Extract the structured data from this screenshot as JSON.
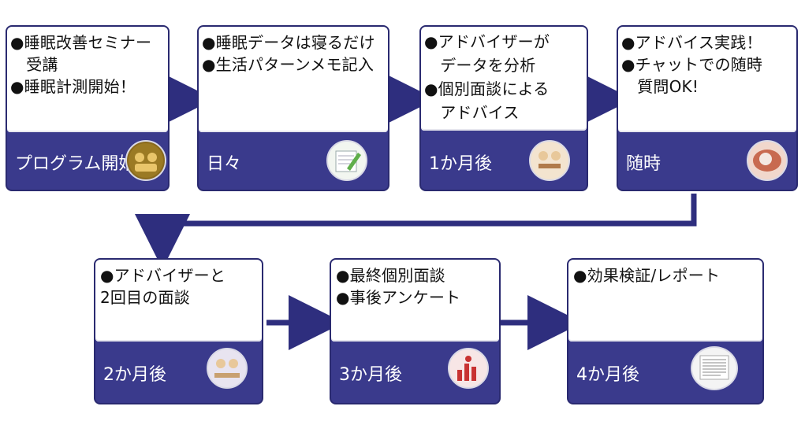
{
  "steps": [
    {
      "lines": [
        "●睡眠改善セミナー",
        "　受講",
        "●睡眠計測開始！"
      ],
      "label": "プログラム開始",
      "icon": "seminar-icon"
    },
    {
      "lines": [
        "●睡眠データは寝るだけ",
        "●生活パターンメモ記入"
      ],
      "label": "日々",
      "icon": "memo-pencil-icon"
    },
    {
      "lines": [
        "●アドバイザーが",
        "　データを分析",
        "●個別面談による",
        "　アドバイス"
      ],
      "label": "1か月後",
      "icon": "meeting-icon"
    },
    {
      "lines": [
        "●アドバイス実践！",
        "●チャットでの随時",
        "　質問OK!"
      ],
      "label": "随時",
      "icon": "chat-bubble-icon"
    },
    {
      "lines": [
        "●アドバイザーと",
        "2回目の面談"
      ],
      "label": "2か月後",
      "icon": "advisor-meeting-icon"
    },
    {
      "lines": [
        "●最終個別面談",
        "●事後アンケート"
      ],
      "label": "3か月後",
      "icon": "survey-icon"
    },
    {
      "lines": [
        "●効果検証/レポート"
      ],
      "label": "4か月後",
      "icon": "report-icon"
    }
  ],
  "colors": {
    "accent": "#3a3a8c",
    "border": "#2a2a70",
    "arrow": "#2e2e7e"
  }
}
